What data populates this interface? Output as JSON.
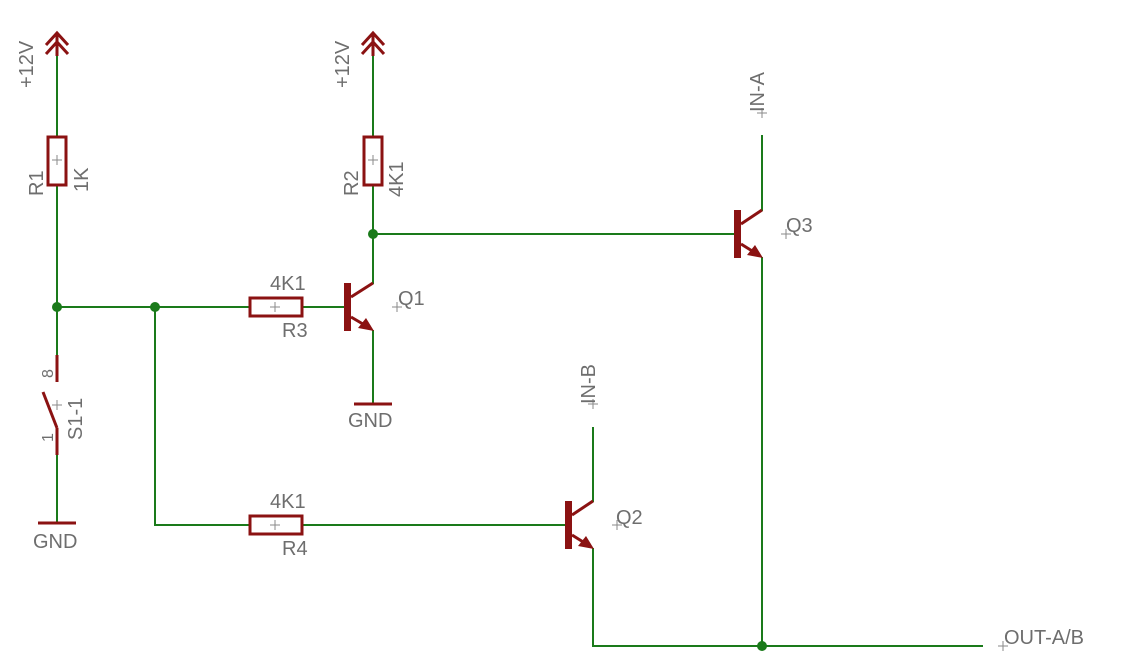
{
  "schematic": {
    "supplies": [
      {
        "id": "vcc1",
        "label": "+12V"
      },
      {
        "id": "vcc2",
        "label": "+12V"
      }
    ],
    "grounds": [
      {
        "id": "gnd1",
        "label": "GND"
      },
      {
        "id": "gnd2",
        "label": "GND"
      }
    ],
    "resistors": [
      {
        "id": "R1",
        "name": "R1",
        "value": "1K"
      },
      {
        "id": "R2",
        "name": "R2",
        "value": "4K1"
      },
      {
        "id": "R3",
        "name": "R3",
        "value": "4K1"
      },
      {
        "id": "R4",
        "name": "R4",
        "value": "4K1"
      }
    ],
    "transistors": [
      {
        "id": "Q1",
        "name": "Q1"
      },
      {
        "id": "Q2",
        "name": "Q2"
      },
      {
        "id": "Q3",
        "name": "Q3"
      }
    ],
    "switch": {
      "name": "S1-1",
      "pin_a": "8",
      "pin_b": "1"
    },
    "net_labels": [
      {
        "id": "in_a",
        "label": "IN-A"
      },
      {
        "id": "in_b",
        "label": "IN-B"
      },
      {
        "id": "out",
        "label": "OUT-A/B"
      }
    ]
  }
}
